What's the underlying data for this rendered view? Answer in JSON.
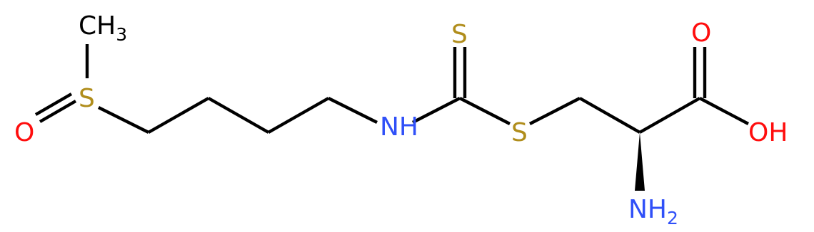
{
  "molecule": {
    "atoms": {
      "methyl": {
        "main": "CH",
        "sub": "3"
      },
      "sulfoxide_S": {
        "main": "S"
      },
      "sulfoxide_O": {
        "main": "O"
      },
      "amide_N": {
        "main": "NH"
      },
      "thione_S": {
        "main": "S"
      },
      "thioether_S": {
        "main": "S"
      },
      "carbonyl_O": {
        "main": "O"
      },
      "hydroxyl": {
        "main": "OH"
      },
      "amine": {
        "main": "NH",
        "sub": "2"
      }
    },
    "colors": {
      "bond": "#000000",
      "sulfur": "#b08d1b",
      "oxygen": "#ff0d0d",
      "nitrogen": "#3050f8",
      "carbon": "#000000"
    }
  }
}
